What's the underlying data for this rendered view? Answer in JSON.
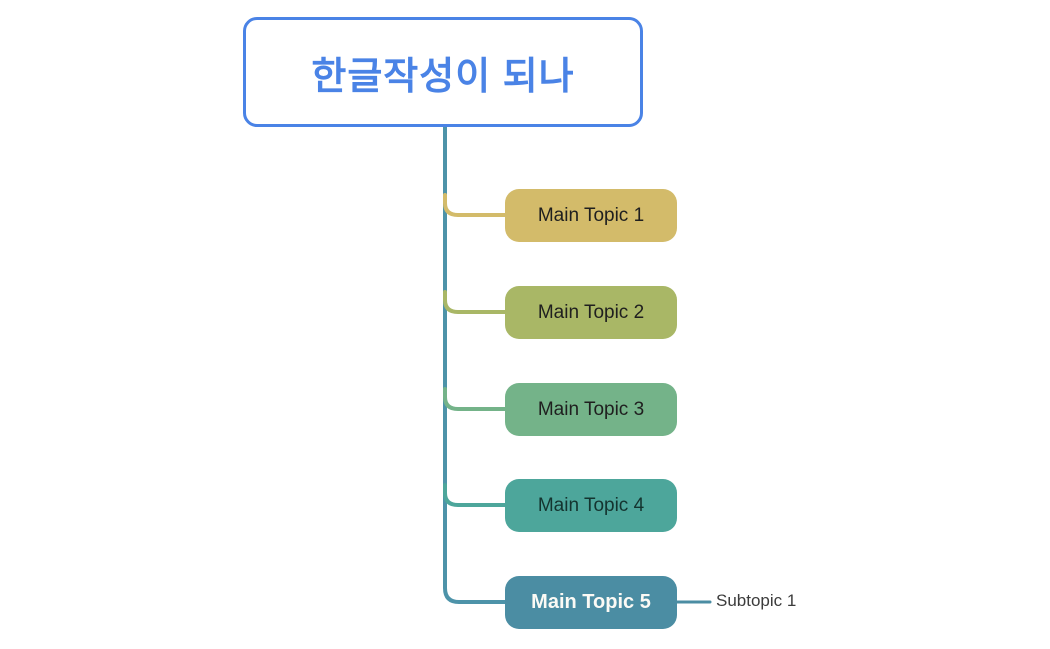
{
  "diagram": {
    "root": {
      "label": "한글작성이 되나",
      "accent_color": "#4a83e6",
      "background": "#ffffff"
    },
    "trunk_color": "#4d93a9",
    "topics": [
      {
        "label": "Main Topic 1",
        "color": "#d3bb6a",
        "text_color": "#1f1f1f"
      },
      {
        "label": "Main Topic 2",
        "color": "#a9b766",
        "text_color": "#1f1f1f"
      },
      {
        "label": "Main Topic 3",
        "color": "#74b389",
        "text_color": "#1f1f1f"
      },
      {
        "label": "Main Topic 4",
        "color": "#4da69b",
        "text_color": "#14342f"
      },
      {
        "label": "Main Topic 5",
        "color": "#4b8da3",
        "text_color": "#fbfaf5"
      }
    ],
    "subtopics": [
      {
        "label": "Subtopic 1",
        "line_color": "#4b8da3",
        "text_color": "#3c3c3c"
      }
    ]
  }
}
